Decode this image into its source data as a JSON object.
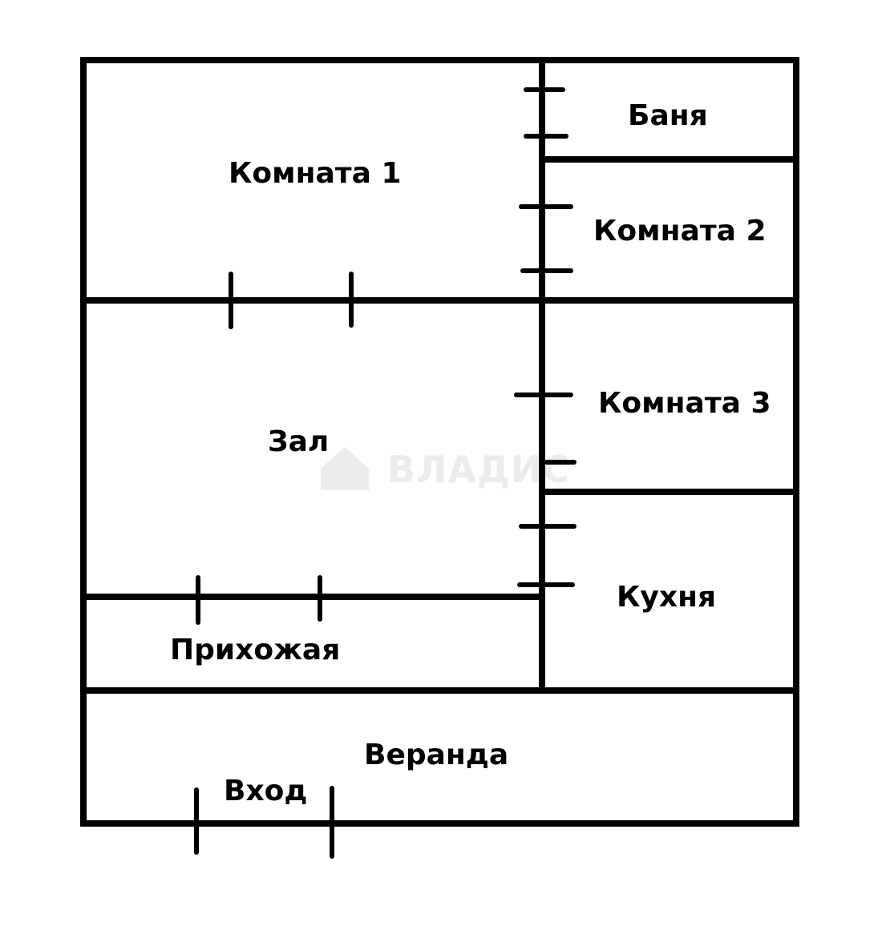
{
  "rooms": {
    "komnata1": "Комната 1",
    "banya": "Баня",
    "komnata2": "Комната 2",
    "zal": "Зал",
    "komnata3": "Комната 3",
    "kukhnya": "Кухня",
    "prikhozhaya": "Прихожая",
    "veranda": "Веранда",
    "vkhod": "Вход"
  },
  "watermark": {
    "text": "ВЛАДИС",
    "icon": "house-logo-icon"
  },
  "colors": {
    "wall": "#000000",
    "background": "#ffffff",
    "watermark": "#ececec"
  }
}
